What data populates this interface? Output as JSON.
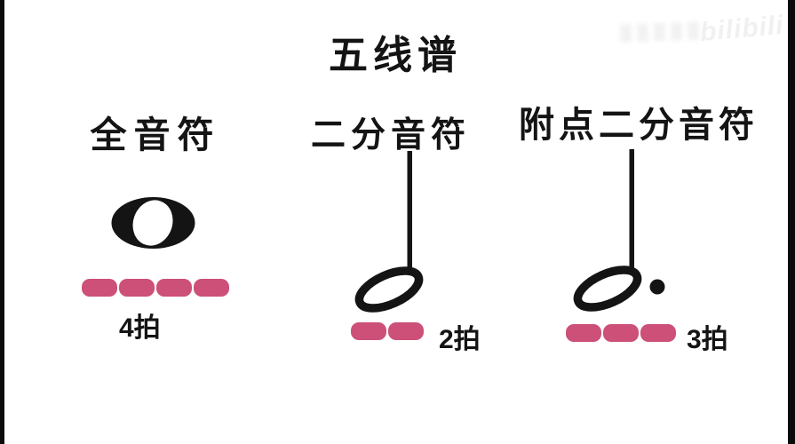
{
  "page": {
    "title": "五线谱",
    "background_color": "#ffffff",
    "ink_color": "#141414",
    "beat_dash_color": "#cc5078"
  },
  "watermark": {
    "logo_text": "bilibili"
  },
  "columns": [
    {
      "name": "whole-note",
      "heading": "全音符",
      "note_type": "whole",
      "beats": 4,
      "beat_label": "4拍"
    },
    {
      "name": "half-note",
      "heading": "二分音符",
      "note_type": "half",
      "beats": 2,
      "beat_label": "2拍"
    },
    {
      "name": "dotted-half-note",
      "heading": "附点二分音符",
      "note_type": "dotted-half",
      "beats": 3,
      "beat_label": "3拍"
    }
  ]
}
